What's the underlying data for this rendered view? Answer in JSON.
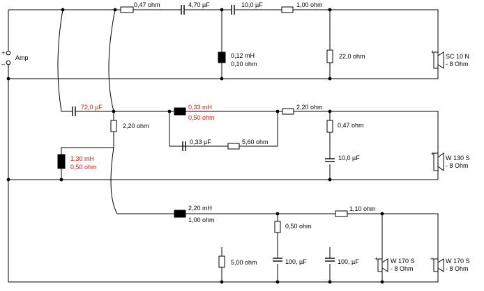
{
  "amp": {
    "label": "Amp",
    "plus": "+",
    "minus": "–"
  },
  "tweeter_branch": {
    "r1": "0,47 ohm",
    "c1": "4,70 µF",
    "c2": "10,0 µF",
    "r2": "1,00 ohm",
    "l1_value": "0,12 mH",
    "l1_res": "0,10 ohm",
    "r3": "22,0 ohm",
    "speaker_name": "SC 10 N",
    "speaker_imp": "- 8 Ohm"
  },
  "mid_branch": {
    "c_series": "72,0 µF",
    "r_shunt": "2,20 ohm",
    "l_shunt_value": "1,30 mH",
    "l_shunt_res": "0,50 ohm",
    "l_series_value": "0,33 mH",
    "l_series_res": "0,50 ohm",
    "c_par": "0,33 µF",
    "r_par": "5,60 ohm",
    "r_series": "2,20 ohm",
    "r_zobel": "0,47 ohm",
    "c_zobel": "10,0 µF",
    "speaker_name": "W 130 S",
    "speaker_imp": "- 8 Ohm"
  },
  "woofer_branch": {
    "l1_value": "2,20 mH",
    "l1_res": "1,00 ohm",
    "r_zobel": "0,50 ohm",
    "r_shunt": "5,00 ohm",
    "c1": "100, µF",
    "c2": "100, µF",
    "l2_res": "1,10 ohm",
    "speaker1_name": "W 170 S",
    "speaker1_imp": "- 8 Ohm",
    "speaker2_name": "W 170 S",
    "speaker2_imp": "- 8 Ohm"
  },
  "colors": {
    "wire": "#000000",
    "highlight": "#e8160c",
    "background": "#ffffff"
  }
}
